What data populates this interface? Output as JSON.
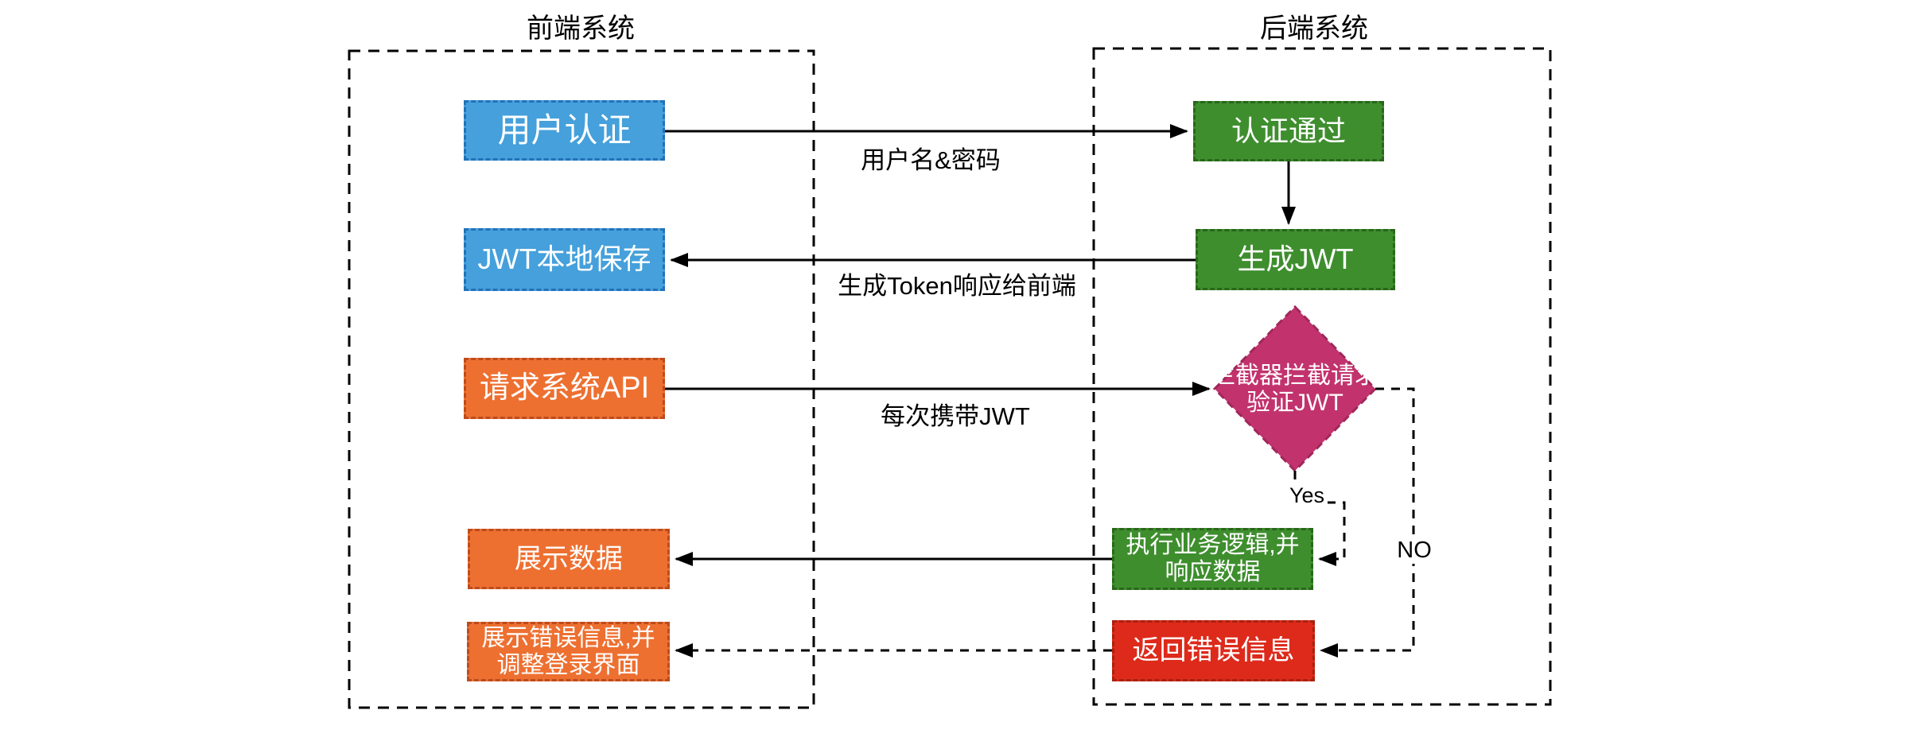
{
  "diagram": {
    "containers": {
      "frontend": {
        "label": "前端系统"
      },
      "backend": {
        "label": "后端系统"
      }
    },
    "nodes": {
      "user_auth": {
        "label": "用户认证"
      },
      "auth_pass": {
        "label": "认证通过"
      },
      "jwt_save": {
        "label": "JWT本地保存"
      },
      "gen_jwt": {
        "label": "生成JWT"
      },
      "req_api": {
        "label": "请求系统API"
      },
      "interceptor": {
        "label_line1": "拦截器拦截请求",
        "label_line2": "验证JWT"
      },
      "show_data": {
        "label": "展示数据"
      },
      "exec_logic": {
        "label_line1": "执行业务逻辑,并",
        "label_line2": "响应数据"
      },
      "show_error": {
        "label_line1": "展示错误信息,并",
        "label_line2": "调整登录界面"
      },
      "return_error": {
        "label": "返回错误信息"
      }
    },
    "edge_labels": {
      "username_password": "用户名&密码",
      "gen_token_response": "生成Token响应给前端",
      "carry_jwt": "每次携带JWT",
      "yes": "Yes",
      "no": "NO"
    },
    "colors": {
      "blue_fill": "#45A0DB",
      "blue_border": "#2471B8",
      "green_fill": "#3E8E2E",
      "green_border": "#2A661B",
      "orange_fill": "#ED7031",
      "orange_border": "#BC4C1D",
      "red_fill": "#DD2A1B",
      "red_border": "#A8210F",
      "pink_fill": "#C2336E",
      "pink_border": "#A12759",
      "line": "#000000"
    }
  }
}
